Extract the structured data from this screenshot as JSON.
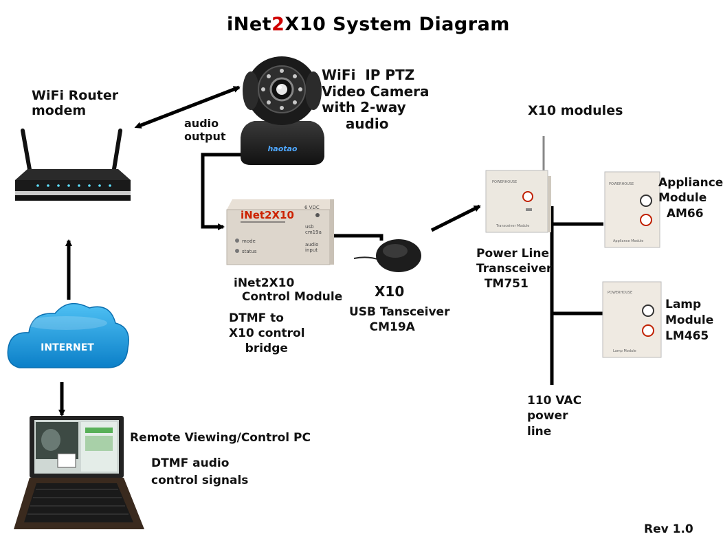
{
  "title": {
    "prefix": "iNet",
    "accent": "2",
    "suffix": "X10 System Diagram"
  },
  "colors": {
    "accent": "#d00000",
    "line": "#000000",
    "cloud": "#1e9be0",
    "module_label": "#cc2200"
  },
  "labels": {
    "router": "WiFi Router\nmodem",
    "camera": "WiFi  IP PTZ\nVideo Camera\nwith 2-way\n     audio",
    "audio_output": "audio\noutput",
    "x10_modules": "X10 modules",
    "control_module": "iNet2X10\n  Control Module",
    "dtmf_bridge": "DTMF to\nX10 control\n    bridge",
    "usb_title": "X10",
    "usb_transceiver": "USB Tansceiver\n     CM19A",
    "power_line": "Power Line\nTransceiver\n  TM751",
    "appliance": "Appliance\nModule\n  AM66",
    "lamp": "Lamp\nModule\nLM465",
    "vac": "110 VAC\npower\nline",
    "remote_pc": "Remote Viewing/Control PC",
    "dtmf_signals": "DTMF audio\ncontrol signals",
    "internet": "INTERNET",
    "rev": "Rev 1.0"
  },
  "device_text": {
    "box_brand": "iNet2X10",
    "box_port_power": "6 VDC",
    "box_port_usb": "usb\ncm19a",
    "box_port_audio": "audio\ninput",
    "box_led_mode": "mode",
    "box_led_status": "status",
    "camera_brand": "haotao",
    "tm_brand": "POWERHOUSE",
    "tm_caption": "Transceiver Module",
    "am_brand": "POWERHOUSE",
    "am_caption": "Appliance Module",
    "lm_brand": "POWERHOUSE",
    "lm_caption": "Lamp Module"
  },
  "icons": [
    "router-icon",
    "camera-icon",
    "control-box-icon",
    "usb-transceiver-icon",
    "transceiver-module-icon",
    "appliance-module-icon",
    "lamp-module-icon",
    "cloud-icon",
    "laptop-icon"
  ]
}
